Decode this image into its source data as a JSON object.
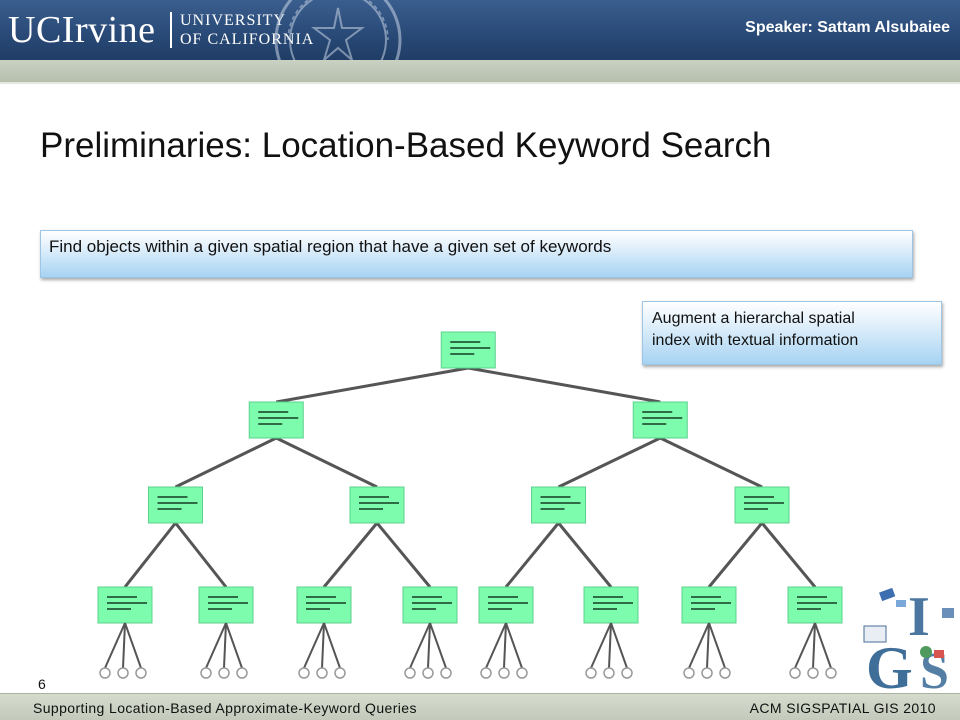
{
  "header": {
    "logo_main": "UCIrvine",
    "logo_univ_line1": "University",
    "logo_univ_line2": "of California",
    "speaker": "Speaker: Sattam Alsubaiee"
  },
  "slide": {
    "title": "Preliminaries: Location-Based Keyword Search",
    "callout_main": "Find objects within a given spatial region that have a given set of keywords",
    "callout_side_line1": "Augment a hierarchal spatial",
    "callout_side_line2": "index with textual information",
    "page_number": "6"
  },
  "footer": {
    "left": "Supporting Location-Based Approximate-Keyword Queries",
    "right": "ACM SIGSPATIAL GIS 2010"
  },
  "tree": {
    "levels": 4,
    "branching": 2,
    "leaf_objects_per_node": 3
  },
  "colors": {
    "header": "#2a4b78",
    "node_fill": "#7dfcae",
    "node_border": "#5cd18c",
    "node_lines": "#2f6b45",
    "edge": "#555555",
    "callout": "#a6d3f2"
  },
  "icons": {
    "seal": "university-seal-icon",
    "gis_logo": "gis-logo-icon"
  }
}
